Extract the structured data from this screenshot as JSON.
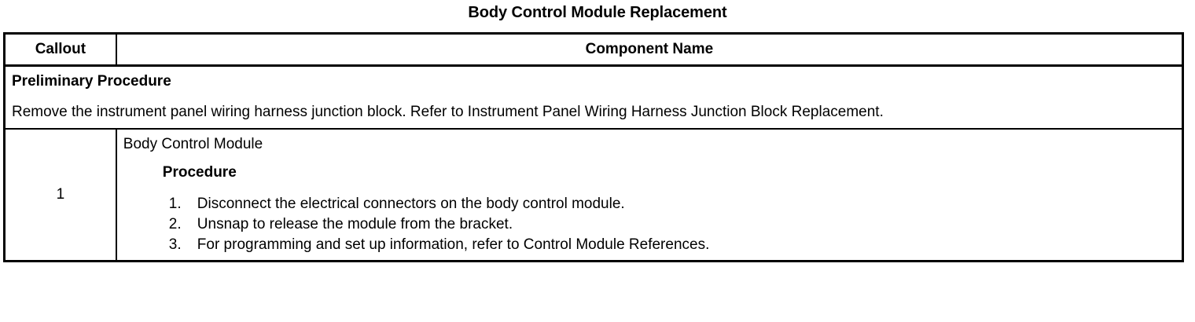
{
  "document": {
    "title": "Body Control Module Replacement"
  },
  "table": {
    "headers": {
      "callout": "Callout",
      "component_name": "Component Name"
    },
    "preliminary": {
      "heading": "Preliminary Procedure",
      "text": "Remove the instrument panel wiring harness junction block. Refer to Instrument Panel Wiring Harness Junction Block Replacement."
    },
    "rows": [
      {
        "callout": "1",
        "component_name": "Body Control Module",
        "procedure_heading": "Procedure",
        "steps": [
          "Disconnect the electrical connectors on the body control module.",
          "Unsnap to release the module from the bracket.",
          "For programming and set up information, refer to Control Module References."
        ]
      }
    ]
  },
  "colors": {
    "background": "#ffffff",
    "text": "#000000",
    "border": "#000000"
  }
}
